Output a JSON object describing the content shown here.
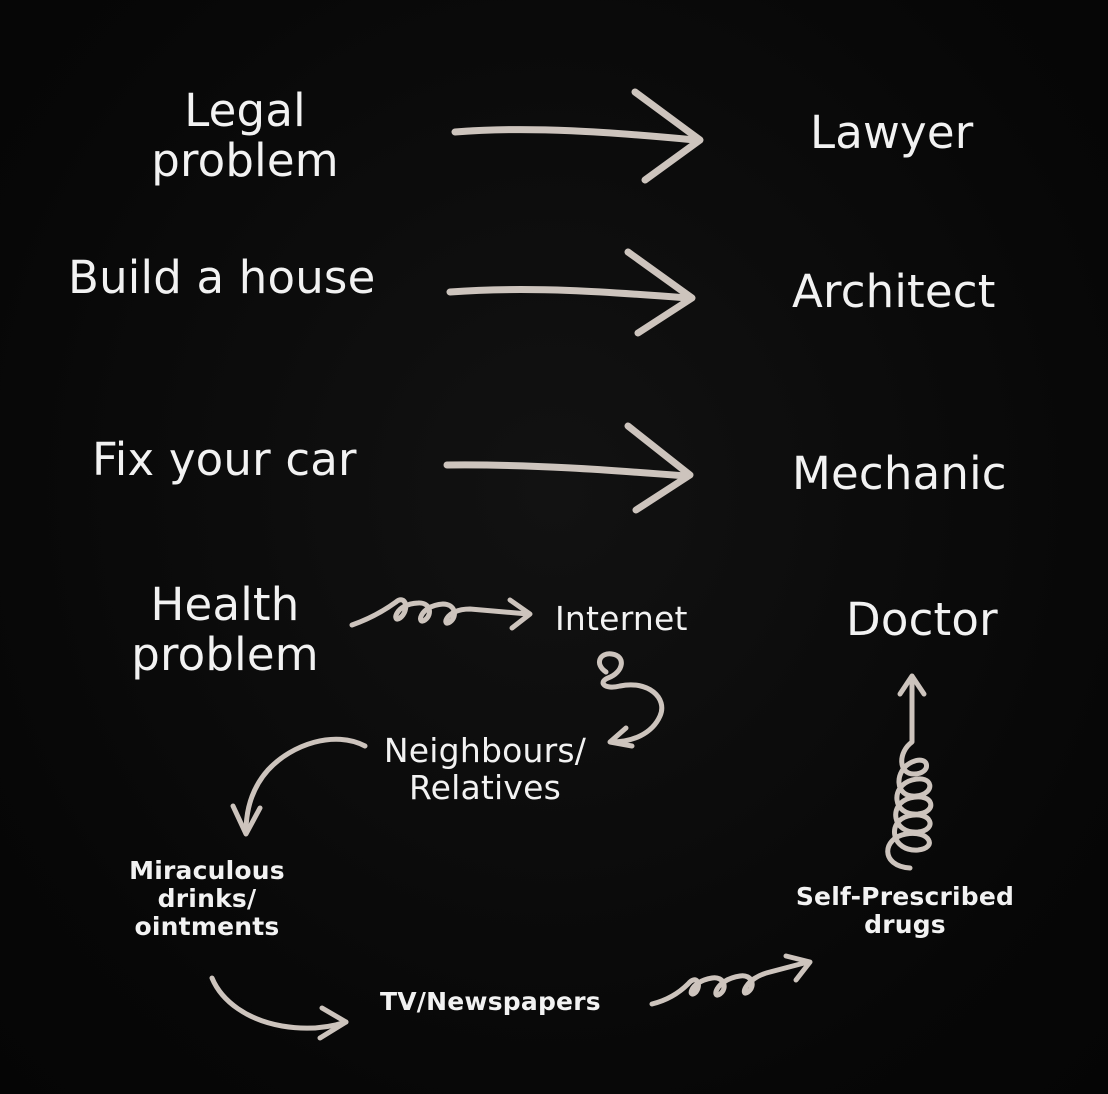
{
  "rows": [
    {
      "problem": [
        "Legal",
        "problem"
      ],
      "solution": "Lawyer"
    },
    {
      "problem": [
        "Build a house"
      ],
      "solution": "Architect"
    },
    {
      "problem": [
        "Fix your car"
      ],
      "solution": "Mechanic"
    }
  ],
  "health": {
    "problem": [
      "Health",
      "problem"
    ],
    "doctor": "Doctor",
    "internet": "Internet",
    "neighbours": [
      "Neighbours/",
      "Relatives"
    ],
    "miraculous": [
      "Miraculous",
      "drinks/",
      "ointments"
    ],
    "tv": "TV/Newspapers",
    "self_prescribed": [
      "Self-Prescribed",
      "drugs"
    ]
  },
  "colors": {
    "background": "#080808",
    "text": "#f2f2f2",
    "arrow": "#cdc4bd"
  }
}
